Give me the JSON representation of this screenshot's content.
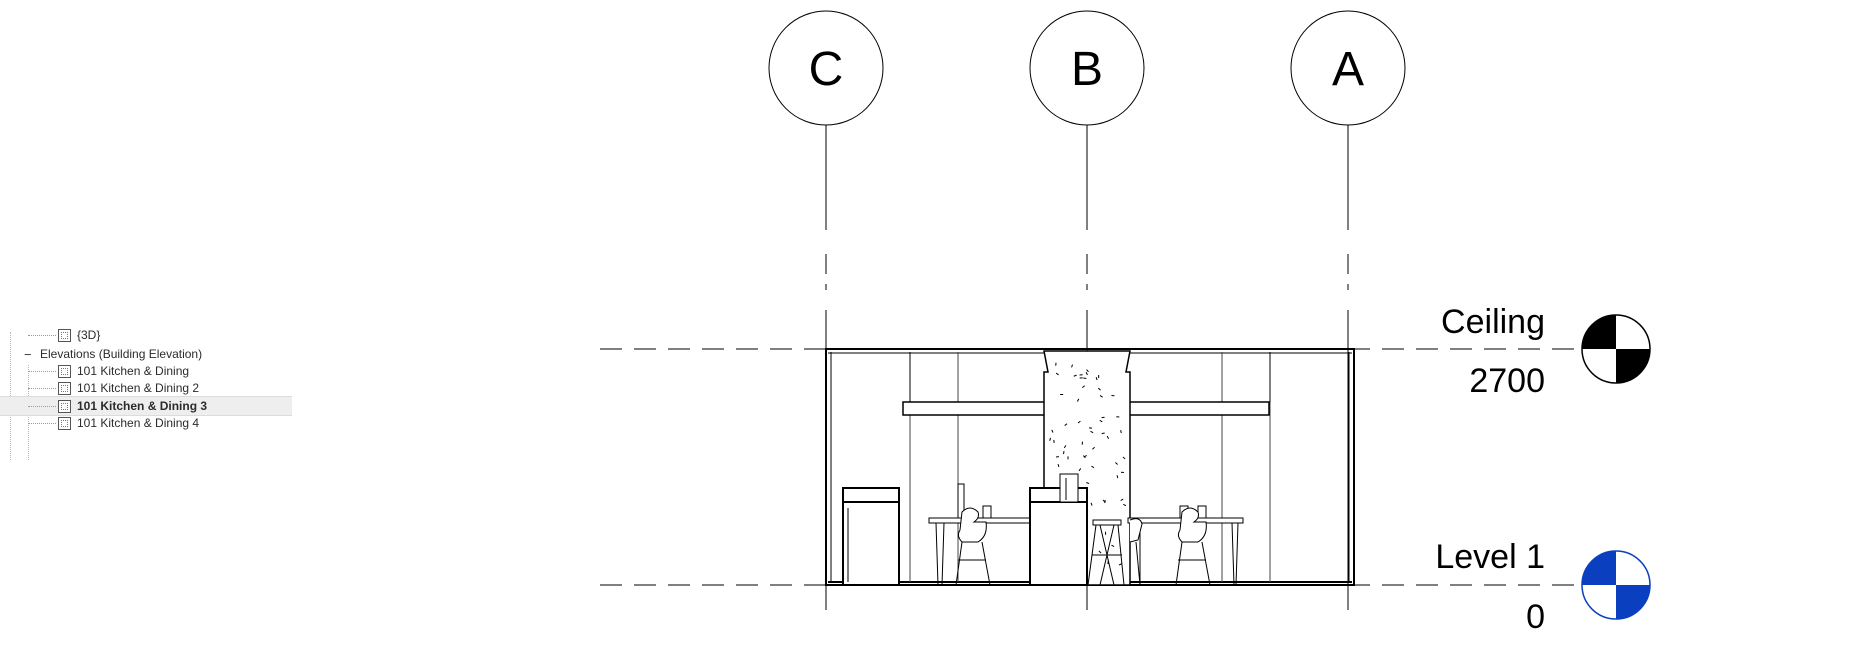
{
  "project_browser": {
    "items": [
      {
        "label": "{3D}",
        "kind": "view"
      },
      {
        "label": "Elevations (Building Elevation)",
        "kind": "group",
        "expanded": true
      },
      {
        "label": "101 Kitchen & Dining",
        "kind": "view"
      },
      {
        "label": "101 Kitchen & Dining 2",
        "kind": "view"
      },
      {
        "label": "101 Kitchen & Dining 3",
        "kind": "view",
        "selected": true
      },
      {
        "label": "101 Kitchen & Dining 4",
        "kind": "view"
      }
    ]
  },
  "elevation_view": {
    "grids": [
      {
        "label": "C"
      },
      {
        "label": "B"
      },
      {
        "label": "A"
      }
    ],
    "levels": [
      {
        "name": "Ceiling",
        "elevation": "2700",
        "marker_color": "#000000"
      },
      {
        "name": "Level 1",
        "elevation": "0",
        "marker_color": "#0a3fbf"
      }
    ]
  }
}
